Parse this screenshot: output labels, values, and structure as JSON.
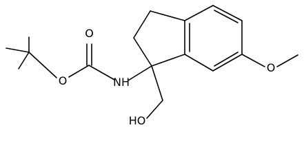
{
  "structure": {
    "atom_labels": {
      "carbonyl_oxygen": "O",
      "ester_oxygen": "O",
      "amine_nitrogen": "NH",
      "hydroxyl_group": "HO",
      "methoxy_oxygen": "O"
    }
  },
  "colors": {
    "background": "#ffffff",
    "ink": "#000000"
  }
}
